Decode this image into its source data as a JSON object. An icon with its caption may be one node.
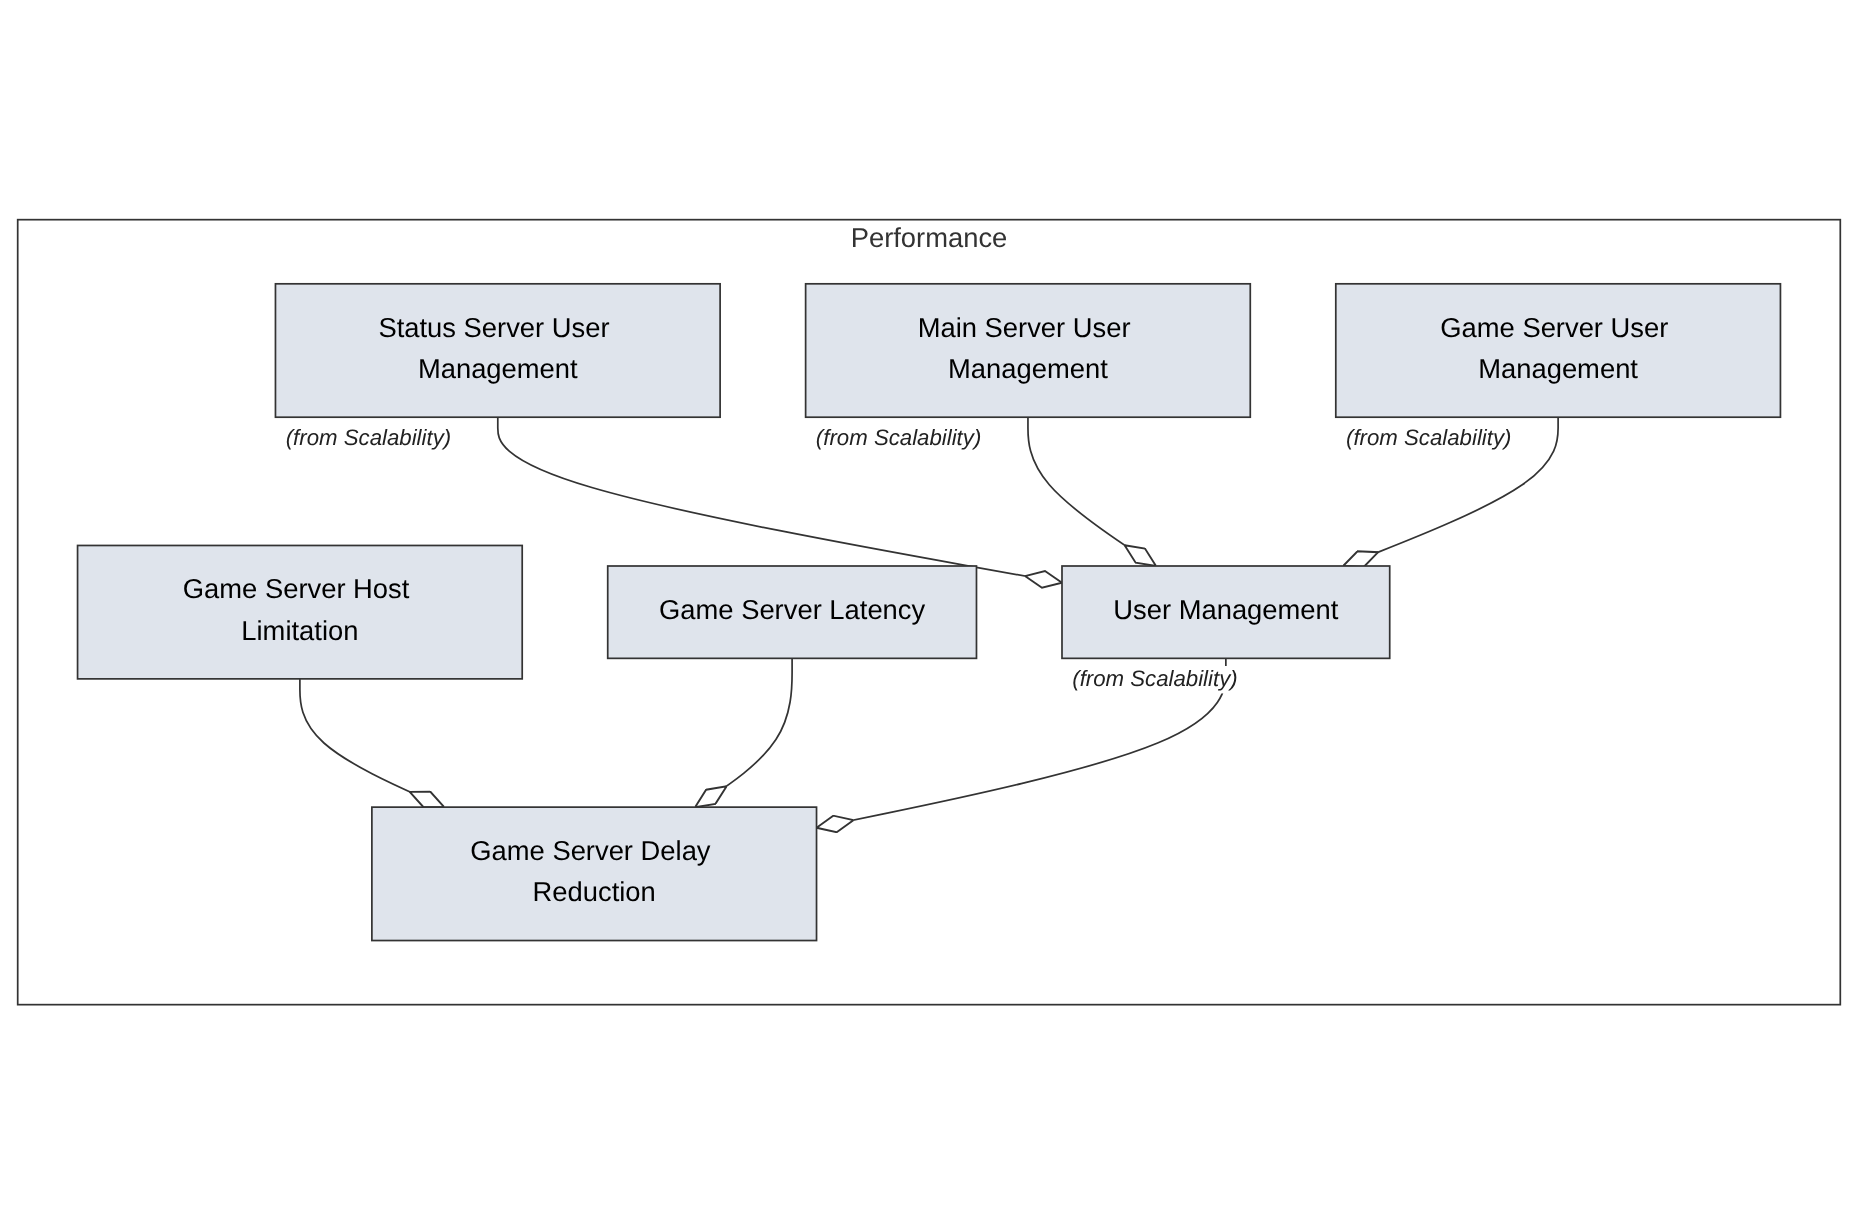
{
  "diagram": {
    "nodes": [
      {
        "text": [
          "Performance"
        ]
      },
      {
        "text": [
          "Game Server Host Limitation"
        ],
        "in": 0
      },
      {
        "text": [
          "Game Server Delay Reduction"
        ],
        "in": 0
      },
      {
        "text": [
          "Game Server Latency"
        ],
        "in": 0
      },
      {
        "text": [
          "User Management"
        ],
        "in": 0,
        "beside": [
          "(from Scalability)"
        ]
      },
      {
        "text": [
          "Status Server User Management"
        ],
        "in": 0,
        "beside": [
          "(from Scalability)"
        ]
      },
      {
        "text": [
          "Main Server User Management"
        ],
        "in": 0,
        "beside": [
          "(from Scalability)"
        ]
      },
      {
        "text": [
          "Game Server User Management"
        ],
        "in": 0,
        "beside": [
          "(from Scalability)"
        ]
      }
    ],
    "edges": [
      {
        "from": 1,
        "to": 2,
        "arrow": "other"
      },
      {
        "from": 3,
        "to": 2,
        "arrow": "other"
      },
      {
        "from": 4,
        "to": 2,
        "arrow": "other"
      },
      {
        "from": 5,
        "to": 4,
        "arrow": "other"
      },
      {
        "from": 6,
        "to": 4,
        "arrow": "other"
      },
      {
        "from": 7,
        "to": 4,
        "arrow": "other"
      }
    ]
  }
}
